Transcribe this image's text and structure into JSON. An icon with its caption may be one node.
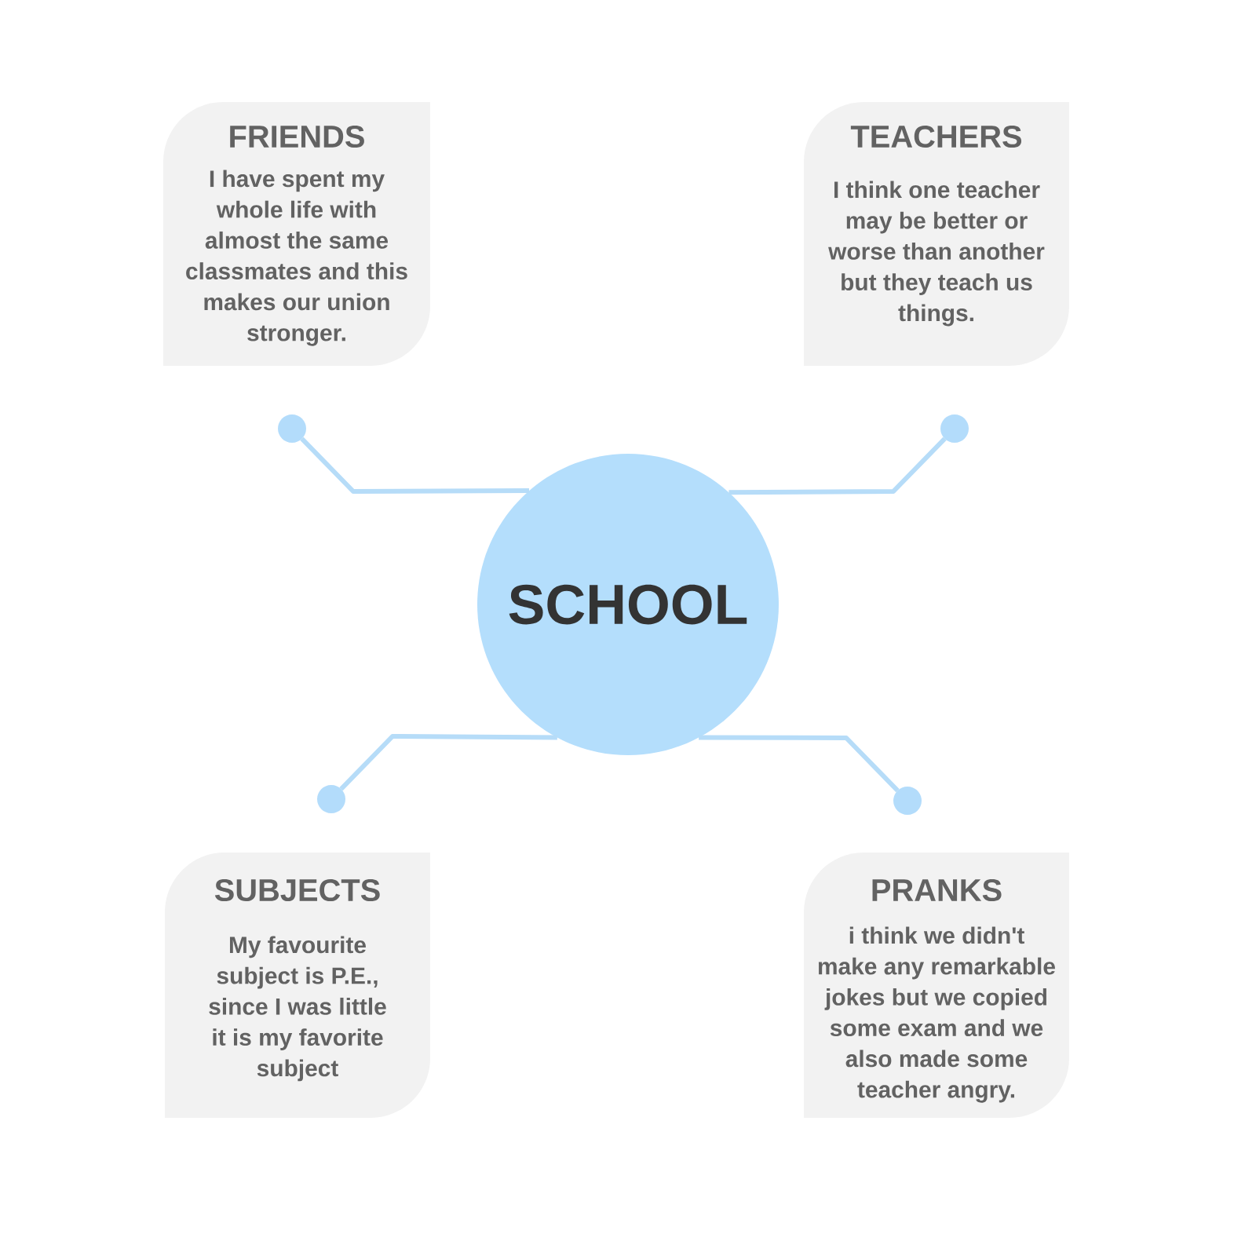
{
  "diagram": {
    "nodes": [
      {
        "text": [
          "FRIENDS",
          "I have spent my whole life with almost the same classmates and this makes our union stronger."
        ]
      },
      {
        "text": [
          "TEACHERS",
          "I think one teacher may be better or worse than another but they teach us things."
        ]
      },
      {
        "text": [],
        "shape": "circle"
      },
      {
        "text": [],
        "shape": "circle"
      },
      {
        "text": [
          "SCHOOL"
        ]
      },
      {
        "text": [],
        "shape": "circle"
      },
      {
        "text": [],
        "shape": "circle"
      },
      {
        "text": [
          "SUBJECTS",
          "My favourite subject is P.E., since I was little it is my favorite subject"
        ]
      },
      {
        "text": [
          "PRANKS",
          "i think we didn't make any remarkable jokes but we copied some exam and we also made some teacher angry."
        ]
      }
    ],
    "edges": [
      {
        "from": 4,
        "to": 2,
        "arrow": "none"
      },
      {
        "from": 4,
        "to": 3,
        "arrow": "none"
      },
      {
        "from": 4,
        "to": 5,
        "arrow": "none"
      },
      {
        "from": 4,
        "to": 6,
        "arrow": "none"
      }
    ]
  }
}
